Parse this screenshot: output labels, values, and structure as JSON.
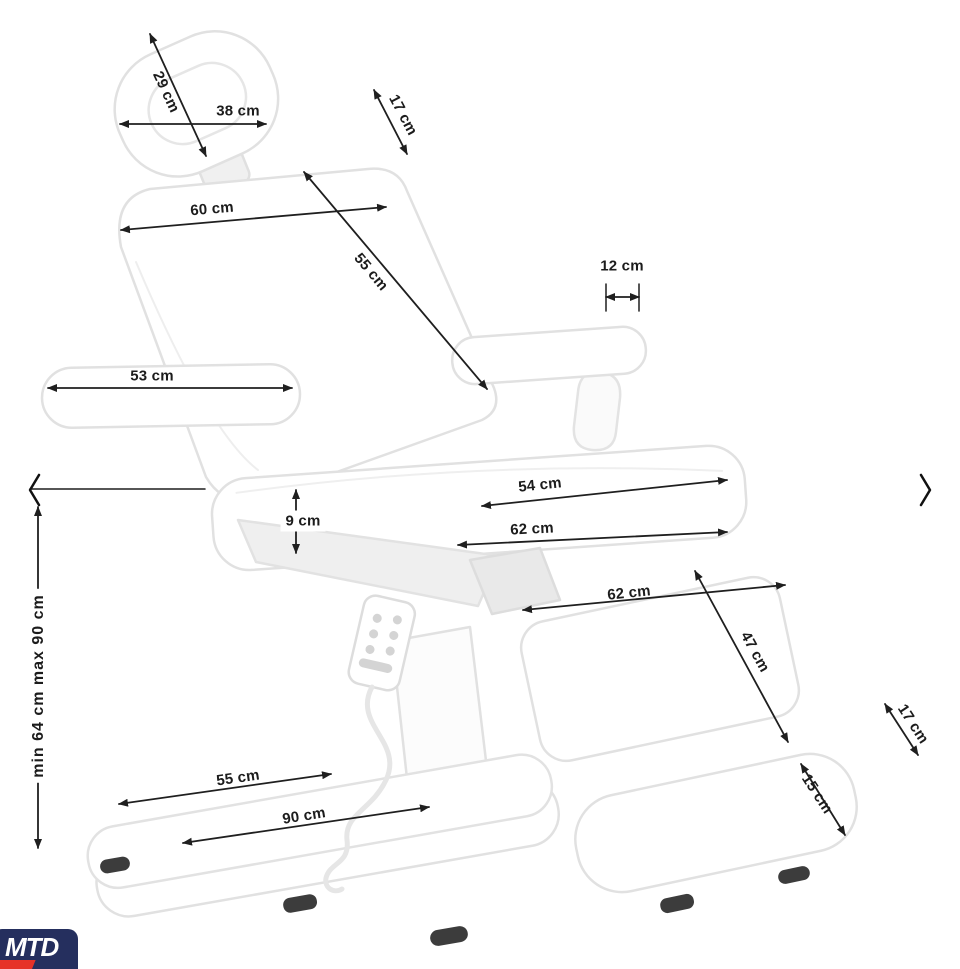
{
  "colors": {
    "dimension_line": "#1f1f1f",
    "chair_outline": "#e1e1e1",
    "badge_background": "#252f5e",
    "badge_accent": "#e63228"
  },
  "logo": {
    "text": "MTD"
  },
  "dims": [
    {
      "label": "29 cm"
    },
    {
      "label": "38 cm"
    },
    {
      "label": "17 cm"
    },
    {
      "label": "60 cm"
    },
    {
      "label": "55 cm"
    },
    {
      "label": "12 cm"
    },
    {
      "label": "53 cm"
    },
    {
      "label": "54 cm"
    },
    {
      "label": "9 cm"
    },
    {
      "label": "62 cm"
    },
    {
      "label": "62 cm"
    },
    {
      "label": "47 cm"
    },
    {
      "label": "17 cm"
    },
    {
      "label": "15 cm"
    },
    {
      "label": "55 cm"
    },
    {
      "label": "90 cm"
    },
    {
      "label": "min 64 cm max 90 cm"
    }
  ]
}
